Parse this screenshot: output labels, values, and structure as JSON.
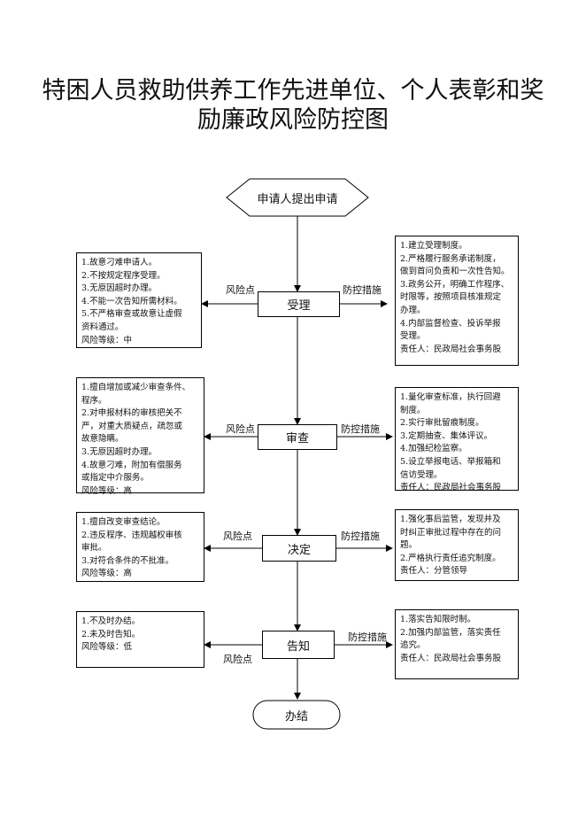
{
  "title": {
    "line1": "特困人员救助供养工作先进单位、个人表彰和奖",
    "line2": "励廉政风险防控图"
  },
  "start": {
    "label": "申请人提出申请"
  },
  "end": {
    "label": "办结"
  },
  "labels": {
    "risk": "风险点",
    "control": "防控措施"
  },
  "steps": [
    {
      "name": "受理",
      "risk": "1.故意刁难申请人。\n2.不按规定程序受理。\n3.无原因超时办理。\n4.不能一次告知所需材料。\n5.不严格审查或故意让虚假\n资料通过。\n风险等级：中",
      "control": "1.建立受理制度。\n2.严格履行服务承诺制度，\n做到首问负责和一次性告知。\n3.政务公开，明确工作程序、\n时限等，按照项目核准规定\n办理。\n4.内部监督检查、投诉举报\n受理。\n责任人：民政局社会事务股"
    },
    {
      "name": "审查",
      "risk": "1.擅自增加或减少审查条件、\n程序。\n2.对申报材料的审核把关不\n严，对重大质疑点，疏忽或\n故意隐瞒。\n3.无原因超时办理。\n4.故意刁难，附加有偿服务\n或指定中介服务。\n风险等级：高",
      "control": "1.量化审查标准，执行回避\n制度。\n2.实行审批留痕制度。\n3.定期抽查、集体评议。\n4.加强纪检监察。\n5.设立举报电话、举报箱和\n信访受理。\n责任人：民政局社会事务股"
    },
    {
      "name": "决定",
      "risk": "1.擅自改变审查结论。\n2.违反程序、违规越权审核\n审批。\n3.对符合条件的不批准。\n风险等级：高",
      "control": "1.强化事后监管，发现并及\n时纠正审批过程中存在的问\n题。\n2.严格执行责任追究制度。\n责任人：分管领导"
    },
    {
      "name": "告知",
      "risk": "1.不及时办结。\n2.未及时告知。\n风险等级：低",
      "control": "1.落实告知限时制。\n2.加强内部监管，落实责任\n追究。\n责任人：民政局社会事务股"
    }
  ]
}
